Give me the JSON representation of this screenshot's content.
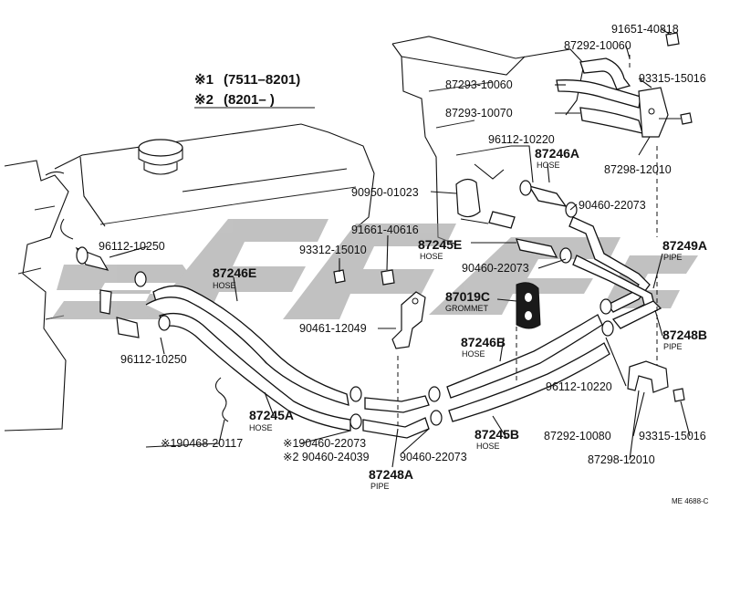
{
  "legend": {
    "row1_mark": "※1",
    "row1_range": "(7511–8201)",
    "row2_mark": "※2",
    "row2_range": "(8201–       )"
  },
  "subtitles": {
    "hose": "HOSE",
    "pipe": "PIPE",
    "grommet": "GROMMET"
  },
  "labels": {
    "p91651_40818": "91651-40818",
    "p87292_10060": "87292-10060",
    "p87293_10060": "87293-10060",
    "p93315_15016_a": "93315-15016",
    "p87293_10070": "87293-10070",
    "p96112_10220_a": "96112-10220",
    "p87246A": "87246A",
    "p87298_12010_a": "87298-12010",
    "p90950_01023": "90950-01023",
    "p90460_22073_a": "90460-22073",
    "p91661_40616": "91661-40616",
    "p87245E": "87245E",
    "p87249A": "87249A",
    "p96112_10250_a": "96112-10250",
    "p93312_15010": "93312-15010",
    "p90460_22073_b": "90460-22073",
    "p87246E": "87246E",
    "p87019C": "87019C",
    "p90461_12049": "90461-12049",
    "p87248B": "87248B",
    "p96112_10250_b": "96112-10250",
    "p87246B": "87246B",
    "p96112_10220_b": "96112-10220",
    "p87245A": "87245A",
    "p87292_10080": "87292-10080",
    "p93315_15016_b": "93315-15016",
    "p190468_20117": "※190468-20117",
    "p190460_22073": "※190460-22073",
    "p290460_24039": "※2 90460-24039",
    "p90460_22073_c": "90460-22073",
    "p87245B": "87245B",
    "p87298_12010_b": "87298-12010",
    "p87248A": "87248A",
    "diagram_code": "ME 4688-C"
  },
  "colors": {
    "ink": "#111111",
    "watermark": "#8f8f8f"
  }
}
